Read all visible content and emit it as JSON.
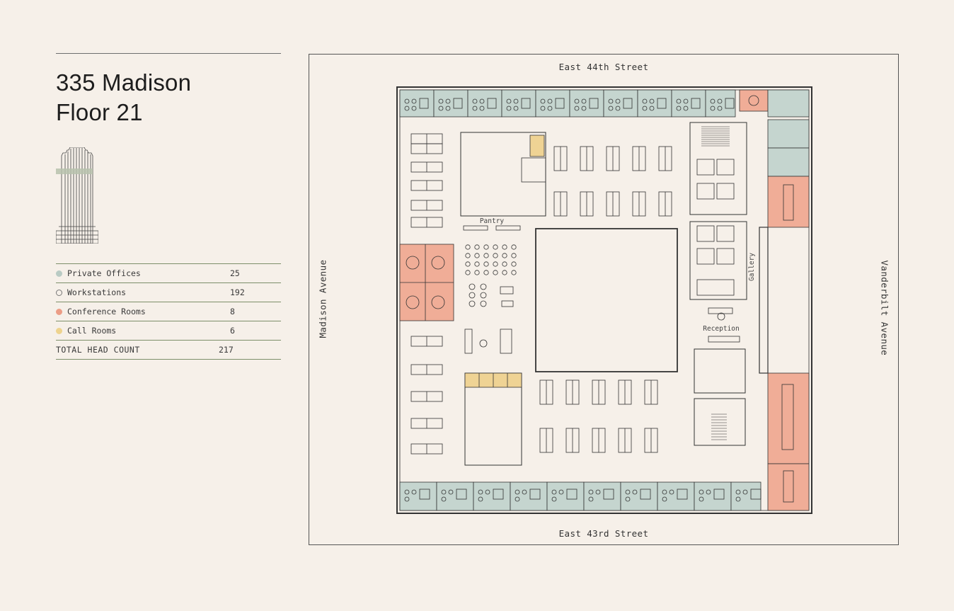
{
  "title": {
    "line1": "335 Madison",
    "line2": "Floor 21"
  },
  "legend": [
    {
      "label": "Private Offices",
      "value": "25",
      "color": "#b9cbc4",
      "outline": false
    },
    {
      "label": "Workstations",
      "value": "192",
      "color": "#f6f0e9",
      "outline": true
    },
    {
      "label": "Conference Rooms",
      "value": "8",
      "color": "#ec9d86",
      "outline": false
    },
    {
      "label": "Call Rooms",
      "value": "6",
      "color": "#eed38e",
      "outline": false
    }
  ],
  "total": {
    "label": "TOTAL HEAD COUNT",
    "value": "217"
  },
  "streets": {
    "north": "East 44th Street",
    "south": "East 43rd Street",
    "west": "Madison Avenue",
    "east": "Vanderbilt Avenue"
  },
  "plan_labels": {
    "pantry": "Pantry",
    "reception": "Reception",
    "gallery": "Gallery"
  },
  "colors": {
    "background": "#f6f0e9",
    "private_office": "#c5d5cf",
    "conference": "#f0ad97",
    "call_room": "#efd394",
    "legend_rule": "#7d8f6a",
    "building_band": "#b7c2ad"
  }
}
